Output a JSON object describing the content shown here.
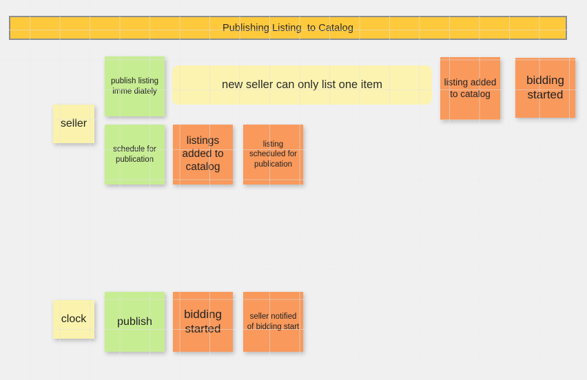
{
  "board": {
    "title_bar": {
      "text": "Publishing Listing  to Catalog",
      "background_color": "#FFC93C",
      "border_color": "#8d8d8d"
    },
    "background_color": "#f0f0f0",
    "grid": "on"
  },
  "colors": {
    "yellow_note": "#FBF3AD",
    "green_note": "#C7ED93",
    "orange_note": "#F9995C",
    "callout_yellow": "#FCF3B0",
    "text": "#222222"
  },
  "notes": {
    "seller": "seller",
    "publish_listing_immediately": "publish listing imme diately",
    "new_seller_rule": "new seller can only list one item",
    "listing_added_to_catalog": "listing added to catalog",
    "bidding_started_top": "bidding started",
    "schedule_for_publication": "schedule for publication",
    "listings_added_to_catalog": "listings added to catalog",
    "listing_scheduled_for_publication": "listing scheduled for publication",
    "clock": "clock",
    "publish": "publish",
    "bidding_started_bottom": "bidding started",
    "seller_notified_of_bidding_start": "seller notified of bidding start"
  }
}
